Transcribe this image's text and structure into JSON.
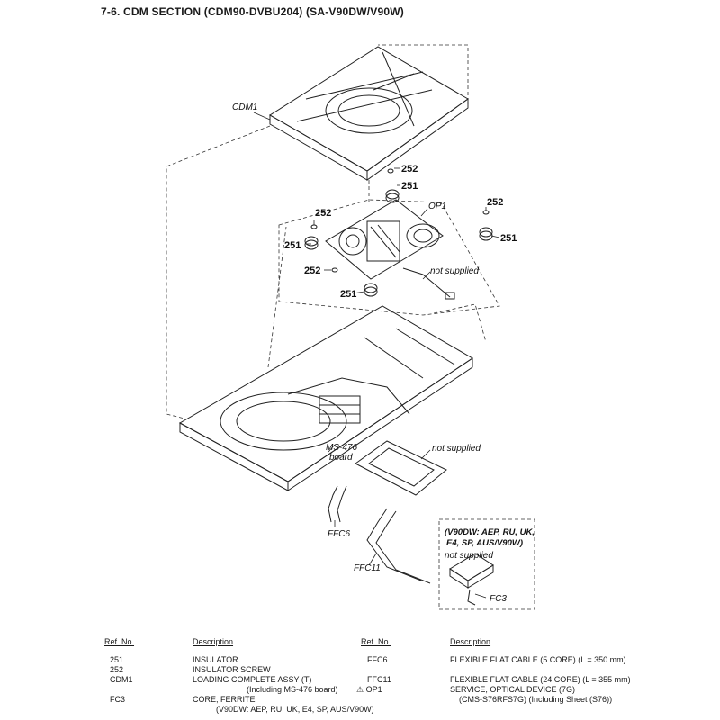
{
  "title": "7-6.   CDM  SECTION (CDM90-DVBU204) (SA-V90DW/V90W)",
  "labels": {
    "cdm1": "CDM1",
    "op1": "OP1",
    "ms476_line1": "MS-476",
    "ms476_line2": "board",
    "not_supplied": "not supplied",
    "ffc6": "FFC6",
    "ffc11": "FFC11",
    "fc3": "FC3",
    "p251": "251",
    "p252": "252",
    "variant_line1": "(V90DW: AEP, RU, UK,",
    "variant_line2": "E4, SP, AUS/V90W)"
  },
  "table": {
    "headers": {
      "ref": "Ref. No.",
      "desc": "Description"
    },
    "left": [
      {
        "ref": "251",
        "desc": "INSULATOR",
        "note": ""
      },
      {
        "ref": "252",
        "desc": "INSULATOR SCREW",
        "note": ""
      },
      {
        "ref": "CDM1",
        "desc": "LOADING COMPLETE ASSY (T)",
        "note": "(Including MS-476 board)"
      },
      {
        "ref": "FC3",
        "desc": "CORE, FERRITE",
        "note": "(V90DW: AEP, RU, UK, E4, SP, AUS/V90W)"
      }
    ],
    "right": [
      {
        "ref": "FFC6",
        "desc": "FLEXIBLE FLAT CABLE (5 CORE) (L = 350 mm)",
        "note": ""
      },
      {
        "ref": "FFC11",
        "desc": "FLEXIBLE FLAT CABLE (24 CORE) (L = 355 mm)",
        "note": ""
      },
      {
        "ref": "⚠ OP1",
        "desc": "SERVICE, OPTICAL DEVICE (7G)",
        "note": "(CMS-S76RFS7G) (Including Sheet (S76))"
      }
    ]
  }
}
